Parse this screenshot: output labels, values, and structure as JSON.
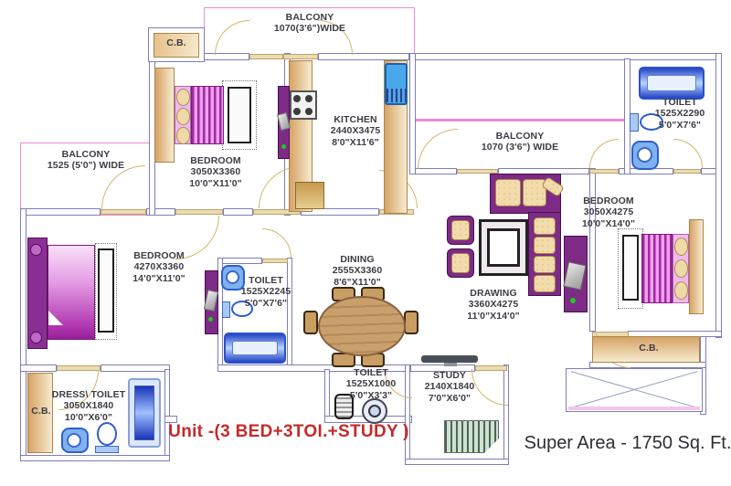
{
  "plan": {
    "unit_label": "Unit -(3 BED+3TOI.+STUDY )",
    "super_area_label": "Super Area - 1750 Sq. Ft.",
    "rooms": {
      "balcony_top": {
        "name": "BALCONY",
        "size": "1070(3'6\")WIDE"
      },
      "cb_top": {
        "name": "C.B."
      },
      "bedroom_top": {
        "name": "BEDROOM",
        "mm": "3050X3360",
        "ft": "10'0\"X11'0\""
      },
      "kitchen": {
        "name": "KITCHEN",
        "mm": "2440X3475",
        "ft": "8'0\"X11'6\""
      },
      "balcony_right": {
        "name": "BALCONY",
        "size": "1070 (3'6\") WIDE"
      },
      "toilet_right": {
        "name": "TOILET",
        "mm": "1525X2290",
        "ft": "5'0\"X7'6\""
      },
      "balcony_left": {
        "name": "BALCONY",
        "size": "1525 (5'0\") WIDE"
      },
      "bedroom_left": {
        "name": "BEDROOM",
        "mm": "4270X3360",
        "ft": "14'0\"X11'0\""
      },
      "toilet_mid": {
        "name": "TOILET",
        "mm": "1525X2245",
        "ft": "5'0\"X7'6\""
      },
      "dining": {
        "name": "DINING",
        "mm": "2555X3360",
        "ft": "8'6\"X11'0\""
      },
      "drawing": {
        "name": "DRAWING",
        "mm": "3360X4275",
        "ft": "11'0\"X14'0\""
      },
      "bedroom_right": {
        "name": "BEDROOM",
        "mm": "3050X4275",
        "ft": "10'0\"X14'0\""
      },
      "dress_toilet": {
        "name": "DRESS\\ TOILET",
        "mm": "3050X1840",
        "ft": "10'0\"X6'0\""
      },
      "cb_bottom_left": {
        "name": "C.B."
      },
      "toilet_bottom": {
        "name": "TOILET",
        "mm": "1525X1000",
        "ft": "5'0\"X3'3\""
      },
      "study": {
        "name": "STUDY",
        "mm": "2140X1840",
        "ft": "7'0\"X6'0\""
      },
      "cb_right": {
        "name": "C.B."
      }
    },
    "colors": {
      "wall": "#7d7db8",
      "balcony_outline": "#ee8ad8",
      "door": "#d2b766",
      "unit_text": "#c52a2a",
      "furniture_purple": "#7d2b86",
      "bed_magenta": "#c94fc9",
      "fixture_blue": "#2e5ed0",
      "counter_tan": "#d6a365"
    }
  }
}
